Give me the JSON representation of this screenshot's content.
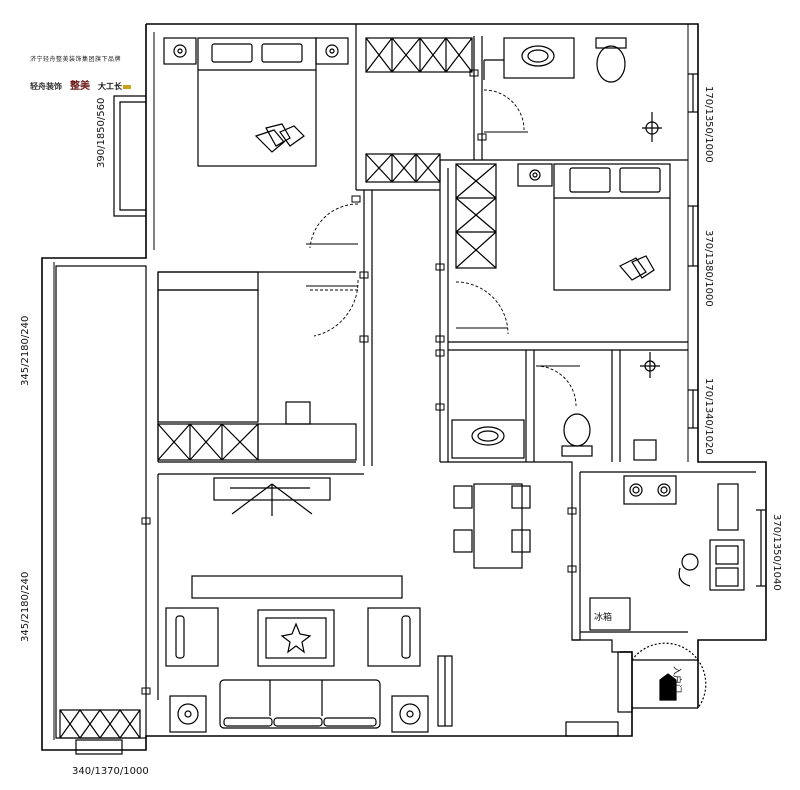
{
  "brand": {
    "tagline": "济宁轻舟整美装饰集团旗下品牌",
    "logo_1": "轻舟装饰",
    "logo_2": "整美",
    "logo_3": "大工长"
  },
  "dimensions": {
    "top_right": "170/1350/1000",
    "mid_right": "370/1380/1000",
    "low_right": "170/1340/1020",
    "kitchen_right": "370/1350/1040",
    "left_upper": "390/1850/560",
    "left_mid": "345/2180/240",
    "left_low": "345/2180/240",
    "bottom": "340/1370/1000"
  },
  "labels": {
    "fridge": "冰箱",
    "entrance": "入户门"
  }
}
